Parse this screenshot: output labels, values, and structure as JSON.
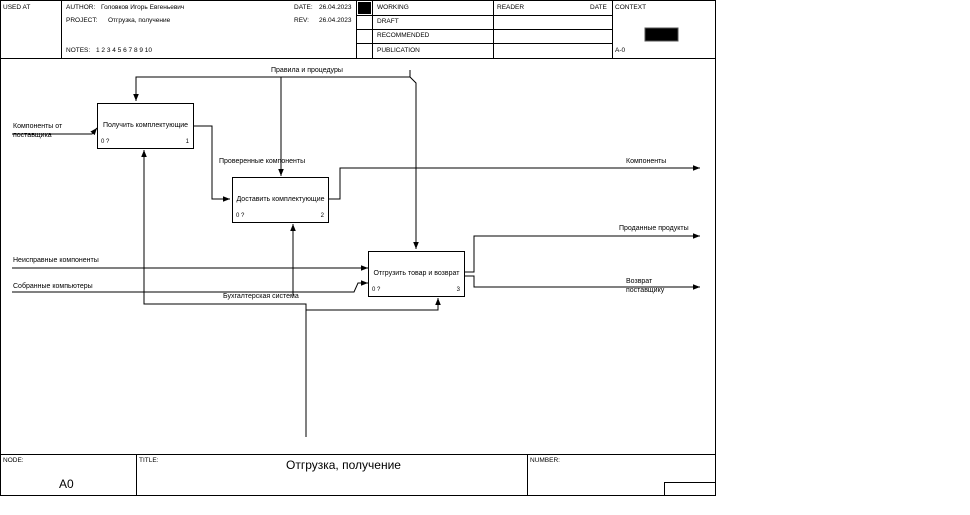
{
  "header": {
    "used_at": "USED AT",
    "author_label": "AUTHOR:",
    "author": "Головков Игорь Евгеньевич",
    "project_label": "PROJECT:",
    "project": "Отгрузка, получение",
    "notes_label": "NOTES:",
    "notes": "1  2  3  4  5  6  7  8  9  10",
    "date_label": "DATE:",
    "date": "26.04.2023",
    "rev_label": "REV:",
    "rev": "26.04.2023",
    "status": [
      "WORKING",
      "DRAFT",
      "RECOMMENDED",
      "PUBLICATION"
    ],
    "reader_label": "READER",
    "reader_date_label": "DATE",
    "context_label": "CONTEXT",
    "context_node": "A-0"
  },
  "diagram": {
    "boxes": [
      {
        "title": "Получить комплектующие",
        "cost": "0 ?",
        "num": "1"
      },
      {
        "title": "Доставить комплектующие",
        "cost": "0 ?",
        "num": "2"
      },
      {
        "title": "Отгрузить товар и возврат",
        "cost": "0 ?",
        "num": "3"
      }
    ],
    "labels": {
      "rules": "Правила и процедуры",
      "supplier_components_1": "Компоненты от",
      "supplier_components_2": "поставщика",
      "checked_components": "Проверенные компоненты",
      "components": "Компоненты",
      "faulty_components": "Неисправные компоненты",
      "assembled_computers": "Собранные компьютеры",
      "accounting_system": "Бухгалтерская система",
      "sold_products": "Проданные продукты",
      "return_1": "Возврат",
      "return_2": "поставщику"
    }
  },
  "footer": {
    "node_label": "NODE:",
    "node": "A0",
    "title_label": "TITLE:",
    "title": "Отгрузка, получение",
    "number_label": "NUMBER:"
  }
}
